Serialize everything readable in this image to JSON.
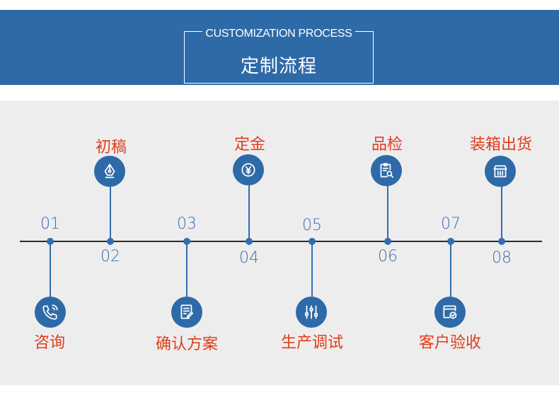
{
  "header": {
    "title_en": "CUSTOMIZATION PROCESS",
    "title_zh": "定制流程",
    "bg_color": "#2e6aa8"
  },
  "steps": [
    {
      "num": "01",
      "label": "咨询",
      "icon": "phone-icon"
    },
    {
      "num": "02",
      "label": "初稿",
      "icon": "pen-nib-icon"
    },
    {
      "num": "03",
      "label": "确认方案",
      "icon": "document-edit-icon"
    },
    {
      "num": "04",
      "label": "定金",
      "icon": "yen-coin-icon"
    },
    {
      "num": "05",
      "label": "生产调试",
      "icon": "sliders-icon"
    },
    {
      "num": "06",
      "label": "品检",
      "icon": "clipboard-search-icon"
    },
    {
      "num": "07",
      "label": "客户验收",
      "icon": "window-check-icon"
    },
    {
      "num": "08",
      "label": "装箱出货",
      "icon": "shop-box-icon"
    }
  ],
  "colors": {
    "accent": "#2e6aa8",
    "label": "#e03d1a",
    "panel": "#eeedee"
  }
}
